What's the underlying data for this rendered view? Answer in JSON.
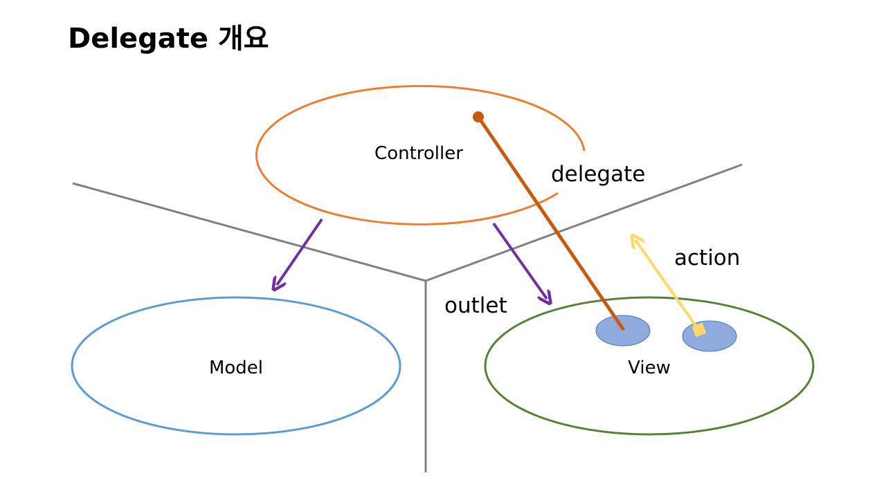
{
  "slide": {
    "title": "Delegate 개요"
  },
  "diagram": {
    "nodes": {
      "controller": "Controller",
      "model": "Model",
      "view": "View"
    },
    "edge_labels": {
      "delegate": "delegate",
      "action": "action",
      "outlet": "outlet"
    },
    "colors": {
      "controller": "#ED7D31",
      "model": "#5B9BD5",
      "view": "#548235",
      "divider": "#808080",
      "outlet_arrow": "#7030A0",
      "delegate_line": "#C55A11",
      "action_arrow": "#FFD966",
      "view_subelement": "#8FAADC"
    }
  }
}
